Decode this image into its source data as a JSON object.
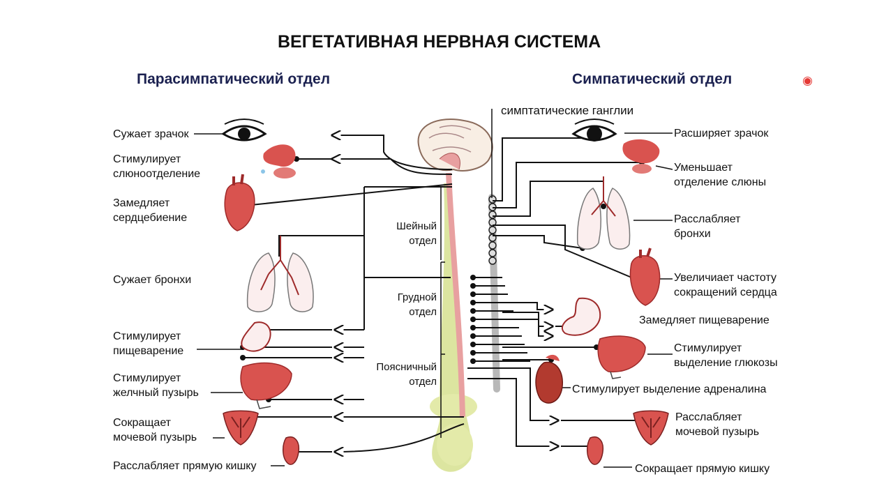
{
  "title": "ВЕГЕТАТИВНАЯ НЕРВНАЯ СИСТЕМА",
  "parasympathetic": {
    "heading": "Парасимпатический отдел",
    "effects": [
      {
        "id": "pupil",
        "text": "Сужает зрачок"
      },
      {
        "id": "saliva",
        "text": "Стимулирует\nслюноотделение"
      },
      {
        "id": "heart",
        "text": "Замедляет\nсердцебиение"
      },
      {
        "id": "bronchi",
        "text": "Сужает бронхи"
      },
      {
        "id": "digestion",
        "text": "Стимулирует\nпищеварение"
      },
      {
        "id": "gallbladder",
        "text": "Стимулирует\nжелчный пузырь"
      },
      {
        "id": "bladder",
        "text": "Сокращает\nмочевой пузырь"
      },
      {
        "id": "rectum",
        "text": "Расслабляет прямую кишку"
      }
    ]
  },
  "sympathetic": {
    "heading": "Симпатический отдел",
    "ganglia_label": "симптатические ганглии",
    "effects": [
      {
        "id": "pupil",
        "text": "Расширяет зрачок"
      },
      {
        "id": "saliva",
        "text": "Уменьшает\nотделение слюны"
      },
      {
        "id": "bronchi",
        "text": "Расслабляет\nбронхи"
      },
      {
        "id": "heart",
        "text": "Увеличиает частоту\nсокращений сердца"
      },
      {
        "id": "digestion",
        "text": "Замедляет пищеварение"
      },
      {
        "id": "glucose",
        "text": "Стимулирует\nвыделение глюкозы"
      },
      {
        "id": "adrenaline",
        "text": "Стимулирует выделение адреналина"
      },
      {
        "id": "bladder",
        "text": "Расслабляет\nмочевой пузырь"
      },
      {
        "id": "rectum",
        "text": "Сокращает прямую кишку"
      }
    ]
  },
  "spine_sections": [
    {
      "id": "cervical",
      "text": "Шейный\nотдел"
    },
    {
      "id": "thoracic",
      "text": "Грудной\nотдел"
    },
    {
      "id": "lumbar",
      "text": "Поясничный\nотдел"
    }
  ],
  "colors": {
    "organ": "#d9534f",
    "organ_dark": "#9e2a2a",
    "spine": "#c9d78a",
    "cord": "#e8a0a0",
    "ganglia": "#b0b0b0",
    "line": "#111111",
    "heading": "#1b2150",
    "pointer": "#e53935"
  }
}
